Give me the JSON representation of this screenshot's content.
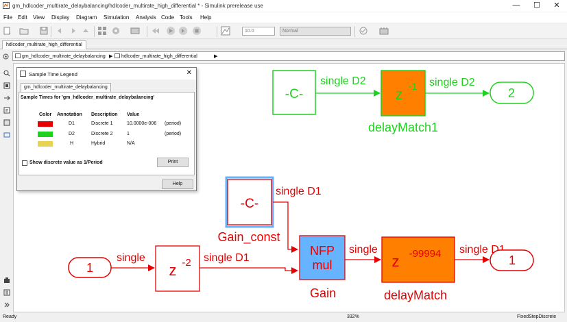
{
  "window": {
    "title": "gm_hdlcoder_multirate_delaybalancing/hdlcoder_multirate_high_differential * - Simulink prerelease use"
  },
  "menu": [
    "File",
    "Edit",
    "View",
    "Display",
    "Diagram",
    "Simulation",
    "Analysis",
    "Code",
    "Tools",
    "Help"
  ],
  "toolbar": {
    "stop_time": "10.0",
    "sim_mode": "Normal"
  },
  "tab": {
    "label": "hdlcoder_multirate_high_differential"
  },
  "breadcrumb": {
    "root": "gm_hdlcoder_multirate_delaybalancing",
    "child": "hdlcoder_multirate_high_differential",
    "sep": "▶"
  },
  "legend": {
    "title": "Sample Time Legend",
    "tab": "gm_hdlcoder_multirate_delaybalancing",
    "heading": "Sample Times for 'gm_hdlcoder_multirate_delaybalancing'",
    "columns": {
      "color": "Color",
      "annotation": "Annotation",
      "description": "Description",
      "value": "Value"
    },
    "rows": [
      {
        "color": "#e60000",
        "annotation": "D1",
        "description": "Discrete 1",
        "value": "10.0000e-006",
        "note": "(period)"
      },
      {
        "color": "#1fd11f",
        "annotation": "D2",
        "description": "Discrete 2",
        "value": "1",
        "note": "(period)"
      },
      {
        "color": "#e8d350",
        "annotation": "H",
        "description": "Hybrid",
        "value": "N/A",
        "note": ""
      }
    ],
    "checkbox_label": "Show discrete value as 1/Period",
    "print_label": "Print",
    "help_label": "Help"
  },
  "diagram": {
    "colors": {
      "d1": "#e60000",
      "d2": "#1fd11f",
      "delay_fill": "#ff8000",
      "gain_fill": "#66b3ff"
    },
    "const_d2": {
      "label": "-C-"
    },
    "delay_match1": {
      "label": "delayMatch1",
      "exponent": "-1"
    },
    "out2": {
      "label": "2"
    },
    "sig_const_d2": "single D2",
    "sig_delay1_out": "single D2",
    "gain_const": {
      "label": "-C-",
      "name": "Gain_const"
    },
    "sig_gain_const": "single D1",
    "in1": {
      "label": "1"
    },
    "sig_in1": "single",
    "delay_in": {
      "exponent": "-2"
    },
    "sig_delay_in_out": "single D1",
    "gain": {
      "line1": "NFP",
      "line2": "mul",
      "name": "Gain"
    },
    "sig_gain_out": "single",
    "delay_match": {
      "label": "delayMatch",
      "exponent": "-99994"
    },
    "sig_delay_match_out": "single D1",
    "out1": {
      "label": "1"
    }
  },
  "status": {
    "left": "Ready",
    "zoom": "332%",
    "solver": "FixedStepDiscrete"
  }
}
